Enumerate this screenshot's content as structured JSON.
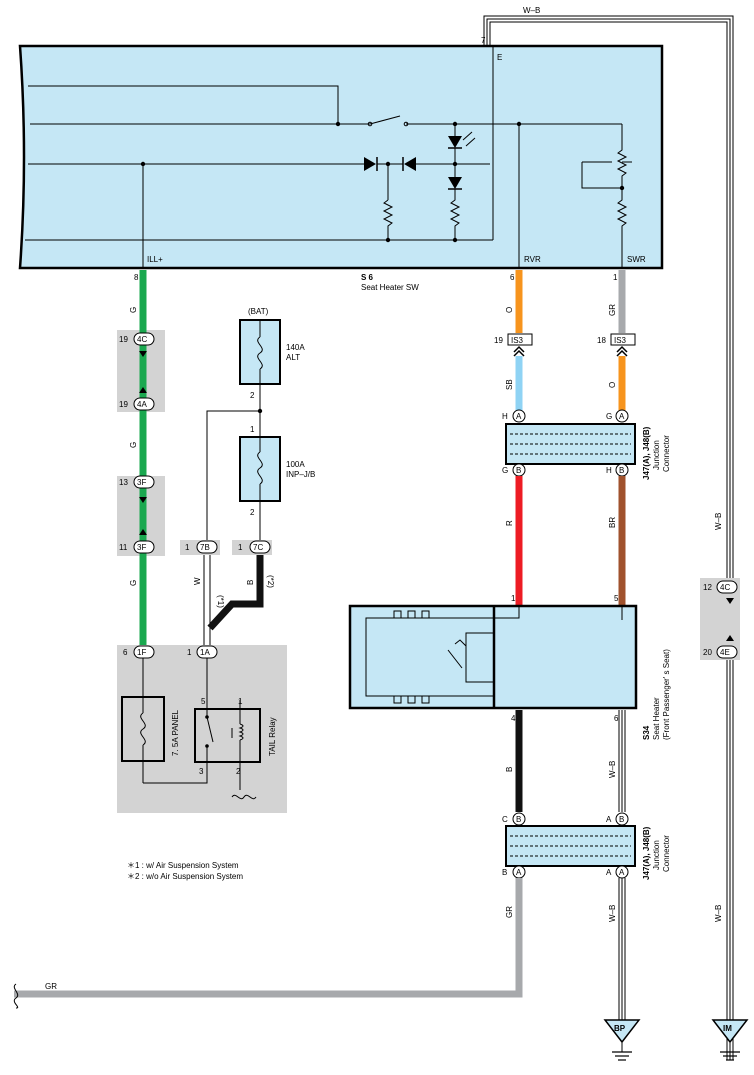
{
  "switch_unit": {
    "code": "S 6",
    "name": "Seat Heater SW",
    "term_top": "E",
    "term_top_pin": "7",
    "term_ill": "ILL+",
    "term_ill_pin": "8",
    "term_rvr": "RVR",
    "term_rvr_pin": "6",
    "term_swr": "SWR",
    "term_swr_pin": "1"
  },
  "top_wire": "W–B",
  "left_chain": {
    "wire_g1": "G",
    "wire_g2": "G",
    "wire_g3": "G",
    "c1_pin": "19",
    "c1": "4C",
    "c2_pin": "19",
    "c2": "4A",
    "c3_pin": "13",
    "c3": "3F",
    "c4_pin": "11",
    "c4": "3F",
    "c5_pin": "6",
    "c5": "1F"
  },
  "fuses": {
    "bat": "(BAT)",
    "alt_amp": "140A",
    "alt_name": "ALT",
    "alt_pin": "2",
    "inp_pin_top": "1",
    "inp_amp": "100A",
    "inp_name": "INP–J/B",
    "inp_pin_bot": "2",
    "c7b_pin": "1",
    "c7b": "7B",
    "c7c_pin": "1",
    "c7c": "7C",
    "wire_w": "W",
    "note1": "(*1)",
    "wire_b": "B",
    "note2": "(*2)",
    "c1a_pin": "1",
    "c1a": "1A"
  },
  "panel": {
    "fuse_label": "7. 5A PANEL",
    "relay_label": "TAIL Relay",
    "relay_pin5": "5",
    "relay_pin1": "1",
    "relay_pin3": "3",
    "relay_pin2": "2"
  },
  "notes": {
    "n1": "＊1 : w/ Air Suspension System",
    "n2": "＊2 : w/o Air Suspension System"
  },
  "right_chain": {
    "wire_o1": "O",
    "wire_gr1": "GR",
    "is3_l_pin": "19",
    "is3_l": "IS3",
    "is3_r_pin": "18",
    "is3_r": "IS3",
    "wire_sb": "SB",
    "wire_o2": "O",
    "jc1_tl_pin": "H",
    "jc1_tl": "A",
    "jc1_tr_pin": "G",
    "jc1_tr": "A",
    "jc1_bl_pin": "G",
    "jc1_bl": "B",
    "jc1_br_pin": "H",
    "jc1_br": "B",
    "jc_code": "J47(A), J48(B)",
    "jc_name1": "Junction",
    "jc_name2": "Connector",
    "wire_r": "R",
    "wire_br": "BR",
    "heater_pin1": "1",
    "heater_pin5": "5",
    "heater_pin4": "4",
    "heater_pin6": "6",
    "heater_code": "S34",
    "heater_name1": "Seat Heater",
    "heater_name2": "(Front Passenger' s Seat)",
    "wire_b": "B",
    "wire_wb1": "W–B",
    "jc2_tl_pin": "C",
    "jc2_tl": "B",
    "jc2_tr_pin": "A",
    "jc2_tr": "B",
    "jc2_bl_pin": "B",
    "jc2_bl": "A",
    "jc2_br_pin": "A",
    "jc2_br": "A",
    "wire_gr2": "GR",
    "wire_wb2": "W–B",
    "wire_gr_bottom": "GR",
    "ground_bp": "BP"
  },
  "far_right": {
    "wire_wb_top": "W–B",
    "c4c_pin": "12",
    "c4c": "4C",
    "c4e_pin": "20",
    "c4e": "4E",
    "wire_wb_bot": "W–B",
    "ground_im": "IM"
  },
  "colors": {
    "component": "#c5e7f5",
    "green": "#1aa84f",
    "orange": "#f7941d",
    "gray": "#a7a9ac",
    "sky_blue": "#8fd3f4",
    "red": "#ed1c24",
    "brown": "#a0522d",
    "black": "#111111",
    "shade": "#d3d3d3"
  }
}
